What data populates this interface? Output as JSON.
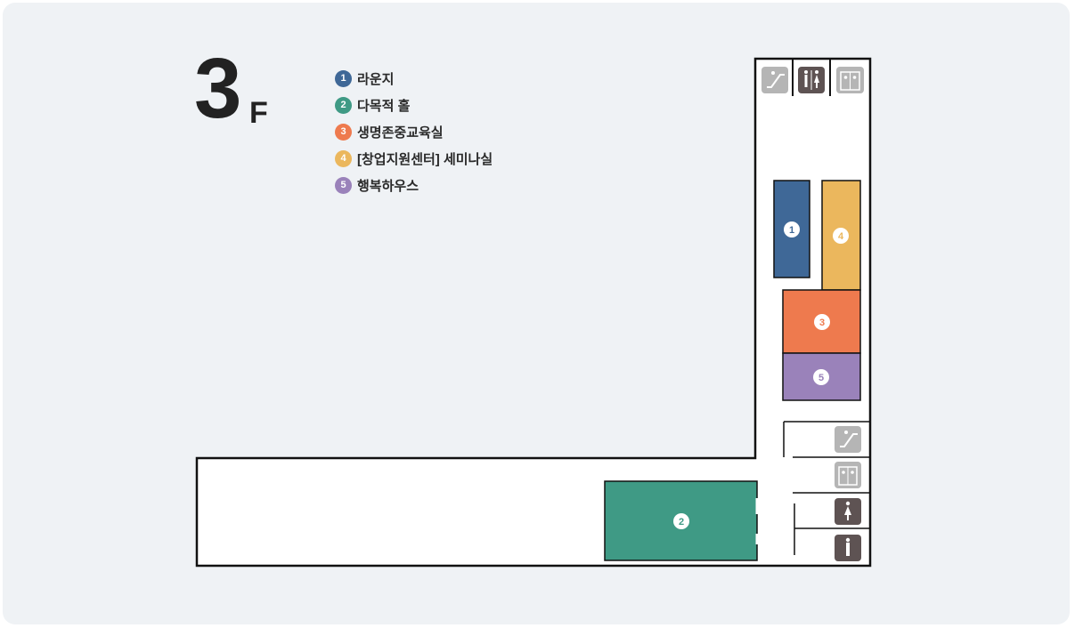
{
  "floor": {
    "number": "3",
    "suffix": "F"
  },
  "legend": [
    {
      "num": "1",
      "label": "라운지",
      "color": "#3f6897"
    },
    {
      "num": "2",
      "label": "다목적 홀",
      "color": "#3f9a85"
    },
    {
      "num": "3",
      "label": "생명존중교육실",
      "color": "#ee7a4e"
    },
    {
      "num": "4",
      "label": "[창업지원센터] 세미나실",
      "color": "#ebb75d"
    },
    {
      "num": "5",
      "label": "행복하우스",
      "color": "#9a82ba"
    }
  ],
  "rooms": [
    {
      "num": "1",
      "color": "#3f6897"
    },
    {
      "num": "2",
      "color": "#3f9a85"
    },
    {
      "num": "3",
      "color": "#ee7a4e"
    },
    {
      "num": "4",
      "color": "#ebb75d"
    },
    {
      "num": "5",
      "color": "#9a82ba"
    }
  ],
  "facilities": [
    {
      "icon": "escalator-icon"
    },
    {
      "icon": "restroom-icon"
    },
    {
      "icon": "elevator-icon"
    },
    {
      "icon": "escalator-icon"
    },
    {
      "icon": "elevator-icon"
    },
    {
      "icon": "womens-restroom-icon"
    },
    {
      "icon": "mens-restroom-icon"
    }
  ],
  "colors": {
    "panel": "#eff2f5",
    "wall": "#111111",
    "icon_gray": "#b5b5b5",
    "icon_dark": "#5e5353"
  }
}
